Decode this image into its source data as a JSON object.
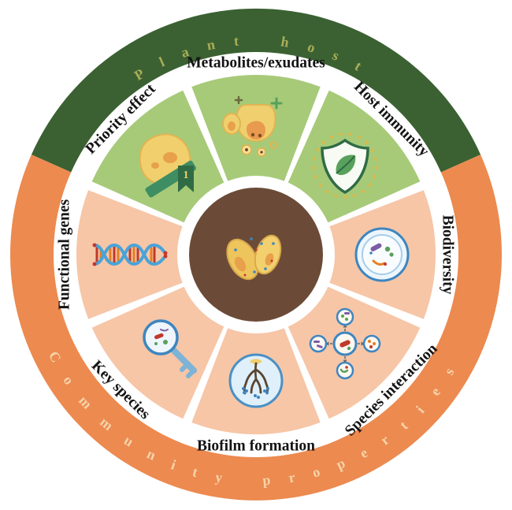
{
  "figure": {
    "outer_ring": {
      "top": {
        "label": "Plant host",
        "arc_color": "#3b6132",
        "label_color": "#a9ad57"
      },
      "bottom": {
        "label": "Community properties",
        "arc_color": "#ec8a50",
        "label_color": "#f7d3a8"
      }
    },
    "center": {
      "background": "#6b4b38",
      "icon": "seed-root-microbes-icon"
    },
    "sectors": [
      {
        "id": "priority-effect",
        "label": "Priority effect",
        "group": "plant-host",
        "color": "#a7ca79",
        "icon": "first-place-ribbon-icon",
        "badge": "1"
      },
      {
        "id": "metabolites",
        "label": "Metabolites/exudates",
        "group": "plant-host",
        "color": "#a7ca79",
        "icon": "exudate-secretion-icon"
      },
      {
        "id": "host-immunity",
        "label": "Host immunity",
        "group": "plant-host",
        "color": "#a7ca79",
        "icon": "shield-leaf-icon"
      },
      {
        "id": "biodiversity",
        "label": "Biodiversity",
        "group": "community-properties",
        "color": "#f6c6a7",
        "icon": "petri-dish-microbes-icon"
      },
      {
        "id": "species-interaction",
        "label": "Species interaction",
        "group": "community-properties",
        "color": "#f6c6a7",
        "icon": "microbe-network-icon"
      },
      {
        "id": "biofilm-formation",
        "label": "Biofilm formation",
        "group": "community-properties",
        "color": "#f6c6a7",
        "icon": "biofilm-root-icon"
      },
      {
        "id": "key-species",
        "label": "Key species",
        "group": "community-properties",
        "color": "#f6c6a7",
        "icon": "key-magnifier-icon"
      },
      {
        "id": "functional-genes",
        "label": "Functional genes",
        "group": "community-properties",
        "color": "#f6c6a7",
        "icon": "dna-helix-icon"
      }
    ]
  }
}
